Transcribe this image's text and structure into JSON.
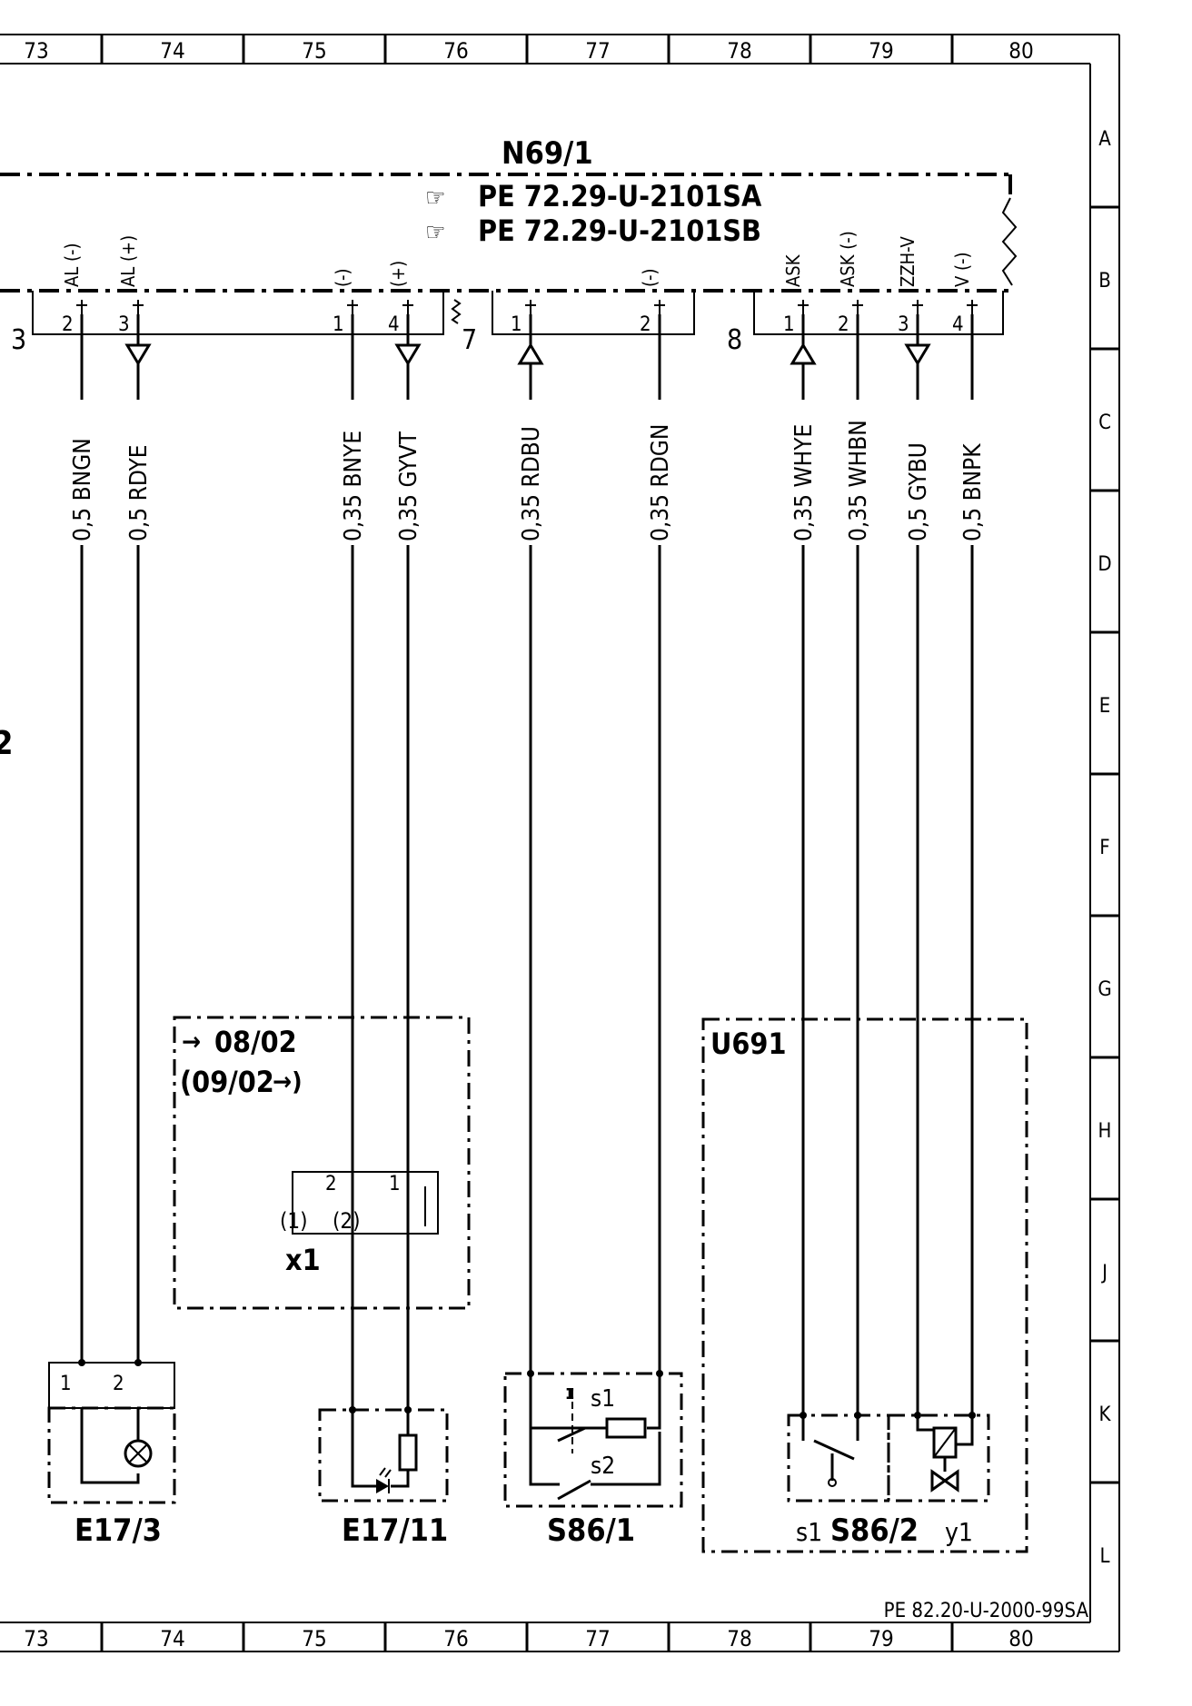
{
  "grid": {
    "columns": [
      "73",
      "74",
      "75",
      "76",
      "77",
      "78",
      "79",
      "80"
    ],
    "rows": [
      "A",
      "B",
      "C",
      "D",
      "E",
      "F",
      "G",
      "H",
      "J",
      "K",
      "L"
    ]
  },
  "edge_fragments": {
    "left_digit": "3",
    "left_mark": "2"
  },
  "control_unit": {
    "label": "N69/1",
    "refs": [
      "PE  72.29-U-2101SA",
      "PE  72.29-U-2101SB"
    ],
    "connectors": [
      "3",
      "7",
      "8"
    ]
  },
  "wires": [
    {
      "pin": "2",
      "signal": "AL (-)",
      "spec": "0,5  BNGN",
      "arrow": ""
    },
    {
      "pin": "3",
      "signal": "AL (+)",
      "spec": "0,5  RDYE",
      "arrow": "out"
    },
    {
      "pin": "1",
      "signal": "(-)",
      "spec": "0,35  BNYE",
      "arrow": ""
    },
    {
      "pin": "4",
      "signal": "(+)",
      "spec": "0,35  GYVT",
      "arrow": "out"
    },
    {
      "pin": "1",
      "signal": "",
      "spec": "0,35  RDBU",
      "arrow": "in"
    },
    {
      "pin": "2",
      "signal": "(-)",
      "spec": "0,35  RDGN",
      "arrow": ""
    },
    {
      "pin": "1",
      "signal": "ASK",
      "spec": "0,35  WHYE",
      "arrow": "in"
    },
    {
      "pin": "2",
      "signal": "ASK (-)",
      "spec": "0,35  WHBN",
      "arrow": ""
    },
    {
      "pin": "3",
      "signal": "ZZH-V",
      "spec": "0,5  GYBU",
      "arrow": "out"
    },
    {
      "pin": "4",
      "signal": "V (-)",
      "spec": "0,5  BNPK",
      "arrow": ""
    }
  ],
  "variant_box": {
    "line1": "08/02",
    "line2": "(09/02",
    "connector": "x1",
    "pin_a": "2",
    "pin_a_alt": "(1)",
    "pin_b": "1",
    "pin_b_alt": "(2)"
  },
  "module_box": {
    "label": "U691"
  },
  "components": {
    "e17_3": {
      "label": "E17/3",
      "pin1": "1",
      "pin2": "2"
    },
    "e17_11": {
      "label": "E17/11"
    },
    "s86_1": {
      "label": "S86/1",
      "s1": "s1",
      "s2": "s2"
    },
    "s86_2": {
      "label": "S86/2",
      "s1": "s1",
      "y1": "y1"
    }
  },
  "footer_ref": "PE 82.20-U-2000-99SA"
}
